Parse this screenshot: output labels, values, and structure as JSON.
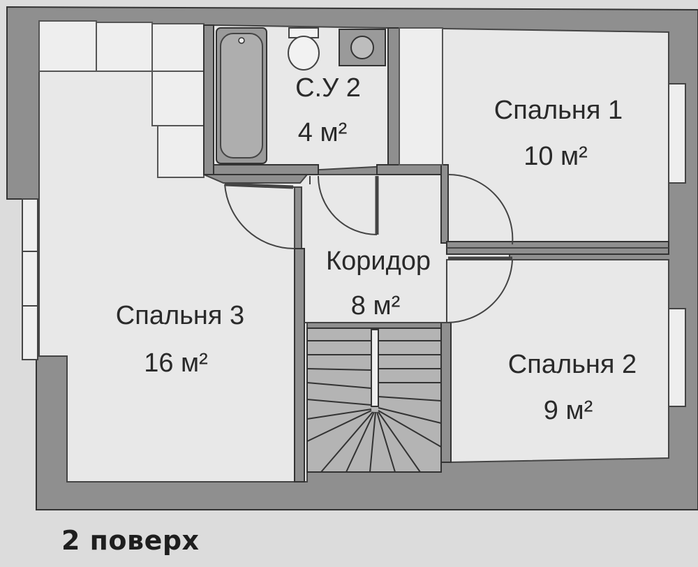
{
  "plan": {
    "rooms": [
      {
        "id": "bathroom",
        "name": "С.У 2",
        "area": "4 м²"
      },
      {
        "id": "bedroom-1",
        "name": "Спальня 1",
        "area": "10 м²"
      },
      {
        "id": "corridor",
        "name": "Коридор",
        "area": "8 м²"
      },
      {
        "id": "bedroom-3",
        "name": "Спальня 3",
        "area": "16 м²"
      },
      {
        "id": "bedroom-2",
        "name": "Спальня 2",
        "area": "9 м²"
      }
    ],
    "floor_title": "2 поверх"
  },
  "colors": {
    "wall": "#8f8f8f",
    "wall_edge": "#333333",
    "floor": "#e8e8e8",
    "stairs": "#b4b4b4",
    "text": "#2a2a2a"
  }
}
